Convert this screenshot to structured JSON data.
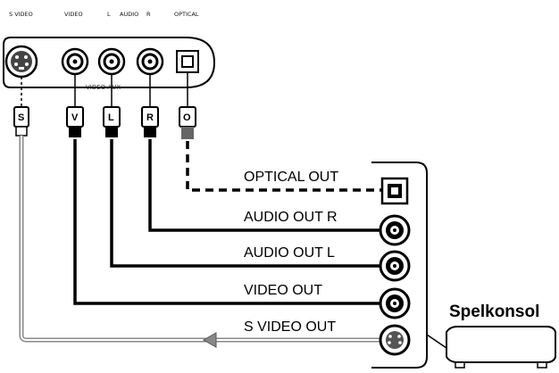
{
  "top_labels": {
    "s_video": "S VIDEO",
    "video": "VIDEO",
    "l": "L",
    "audio": "AUDIO",
    "r": "R",
    "optical": "OPTICAL"
  },
  "panel_label": "VIDEO AUX",
  "plugs": {
    "s": "S",
    "v": "V",
    "l": "L",
    "r": "R",
    "o": "O"
  },
  "outputs": {
    "optical": "OPTICAL OUT",
    "audio_r": "AUDIO OUT R",
    "audio_l": "AUDIO OUT L",
    "video": "VIDEO OUT",
    "s_video": "S VIDEO OUT"
  },
  "console_label": "Spelkonsol"
}
